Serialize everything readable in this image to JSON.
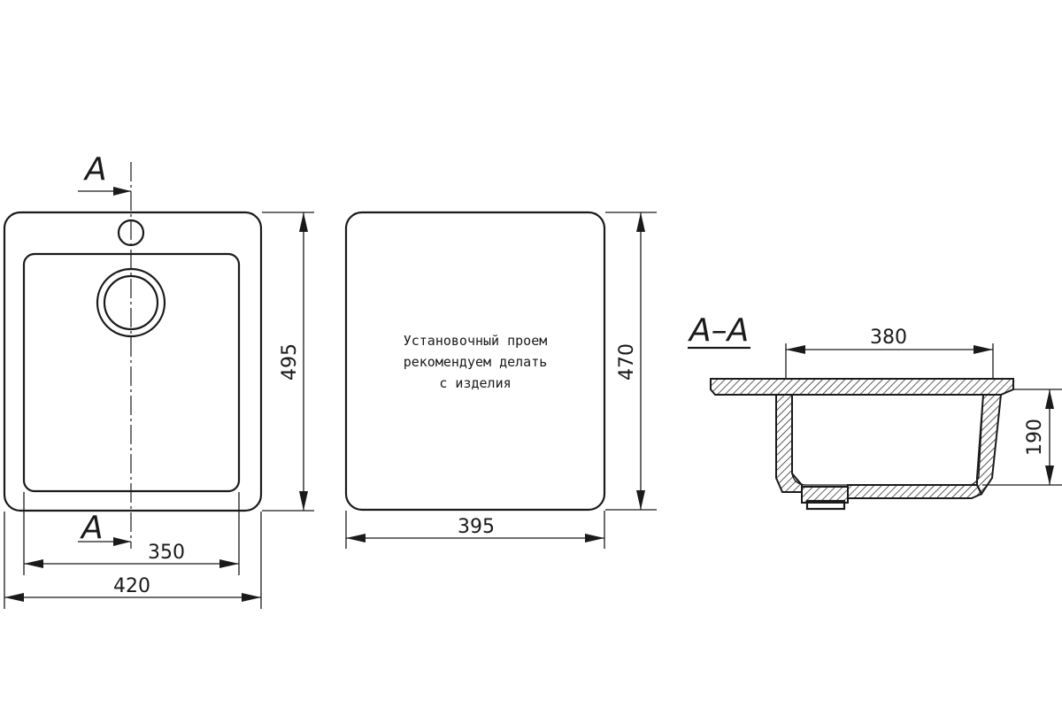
{
  "top_view": {
    "section_label_top": "A",
    "section_label_bottom": "A",
    "dim_inner_width": "350",
    "dim_outer_width": "420",
    "dim_height": "495"
  },
  "cutout_view": {
    "note_lines": [
      "Установочный проем",
      "рекомендуем делать",
      "с изделия"
    ],
    "dim_width": "395",
    "dim_height": "470"
  },
  "section_view": {
    "title": "A–A",
    "dim_bowl_width": "380",
    "dim_depth": "190"
  }
}
